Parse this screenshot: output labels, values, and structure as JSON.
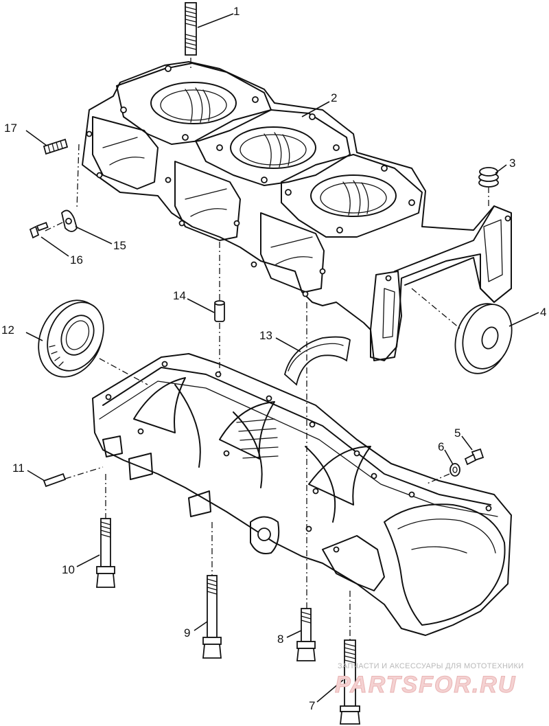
{
  "callouts": {
    "c1": "1",
    "c2": "2",
    "c3": "3",
    "c4": "4",
    "c5": "5",
    "c6": "6",
    "c7": "7",
    "c8": "8",
    "c9": "9",
    "c10": "10",
    "c11": "11",
    "c12": "12",
    "c13": "13",
    "c14": "14",
    "c15": "15",
    "c16": "16",
    "c17": "17"
  },
  "watermark": {
    "tagline": "ЗАПЧАСТИ И АКСЕССУАРЫ ДЛЯ МОТОТЕХНИКИ",
    "brand": "PARTSFOR.RU"
  },
  "colors": {
    "ink": "#111111",
    "background": "#ffffff",
    "watermark_brand": "#f4d2d2",
    "watermark_tagline": "#b9b9b9"
  }
}
